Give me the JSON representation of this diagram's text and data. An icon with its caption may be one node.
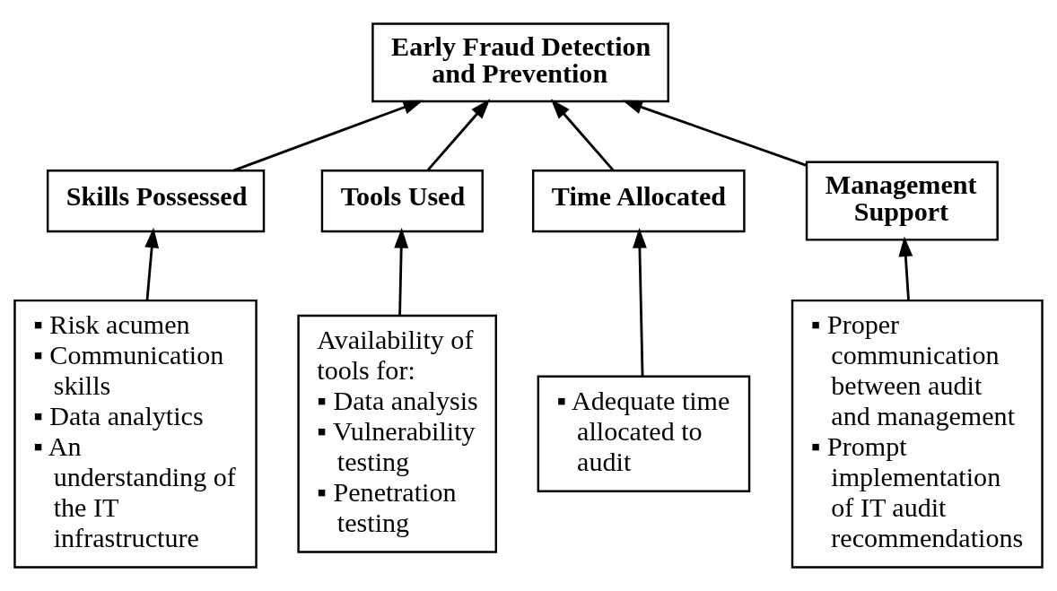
{
  "diagram": {
    "nodes": [
      {
        "text": [
          "Early Fraud Detection and Prevention"
        ]
      },
      {
        "text": [
          "Skills Possessed"
        ]
      },
      {
        "text": [
          "Tools Used"
        ]
      },
      {
        "text": [
          "Time Allocated"
        ]
      },
      {
        "text": [
          "Management Support"
        ]
      },
      {
        "text": [
          "▪ Risk acumen",
          "▪ Communication skills",
          "▪ Data analytics",
          "▪ An understanding of the IT infrastructure"
        ]
      },
      {
        "text": [
          "Availability of tools for:",
          "▪ Data analysis",
          "▪ Vulnerability testing",
          "▪ Penetration testing"
        ]
      },
      {
        "text": [
          "▪ Adequate time allocated to audit"
        ]
      },
      {
        "text": [
          "▪ Proper communication between audit and management",
          "▪ Prompt implementation of IT audit recommendations"
        ]
      }
    ],
    "edges": [
      {
        "from": 1,
        "to": 0,
        "arrow": "to"
      },
      {
        "from": 2,
        "to": 0,
        "arrow": "to"
      },
      {
        "from": 3,
        "to": 0,
        "arrow": "to"
      },
      {
        "from": 4,
        "to": 0,
        "arrow": "to"
      },
      {
        "from": 5,
        "to": 1,
        "arrow": "to"
      },
      {
        "from": 6,
        "to": 2,
        "arrow": "to"
      },
      {
        "from": 7,
        "to": 3,
        "arrow": "to"
      },
      {
        "from": 8,
        "to": 4,
        "arrow": "to"
      }
    ]
  }
}
